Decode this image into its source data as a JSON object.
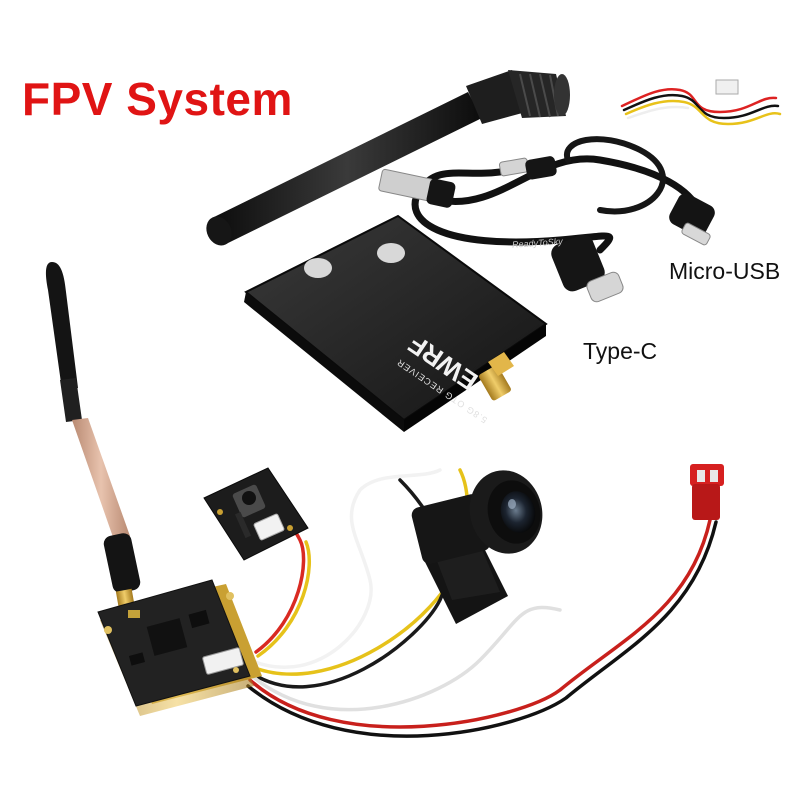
{
  "title": "FPV System",
  "labels": {
    "micro_usb": "Micro-USB",
    "type_c": "Type-C"
  },
  "receiver": {
    "brand": "EWRF",
    "model_text": "5.8G OTG RECEIVER"
  },
  "watermark": "ReadyToSky",
  "colors": {
    "title": "#e01414",
    "product_black": "#1a1a1a",
    "gold": "#c9a032",
    "pcb_board": "#2a2a2a",
    "jst_connector": "#d62020"
  }
}
